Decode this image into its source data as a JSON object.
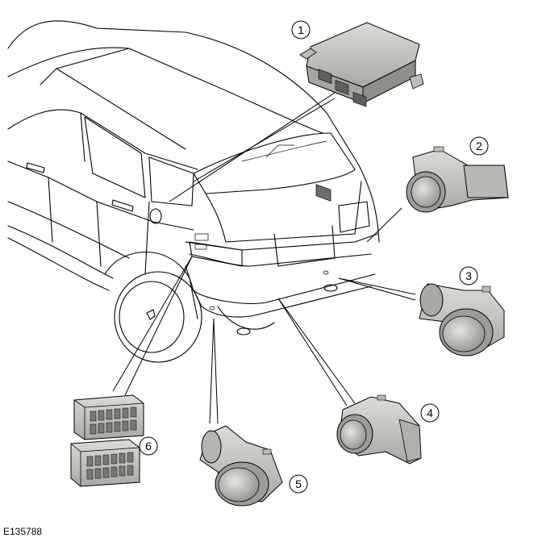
{
  "figure_code": "E135788",
  "callouts": [
    {
      "number": "1",
      "component": "module-icon"
    },
    {
      "number": "2",
      "component": "parking-sensor-icon"
    },
    {
      "number": "3",
      "component": "parking-sensor-icon"
    },
    {
      "number": "4",
      "component": "parking-sensor-icon"
    },
    {
      "number": "5",
      "component": "parking-sensor-icon"
    },
    {
      "number": "6",
      "component": "connector-icon"
    }
  ],
  "colors": {
    "component_fill": "#c9c9c4",
    "component_shade": "#9d9d98",
    "component_dark": "#6e6e6a",
    "line": "#000000",
    "background": "#ffffff"
  }
}
